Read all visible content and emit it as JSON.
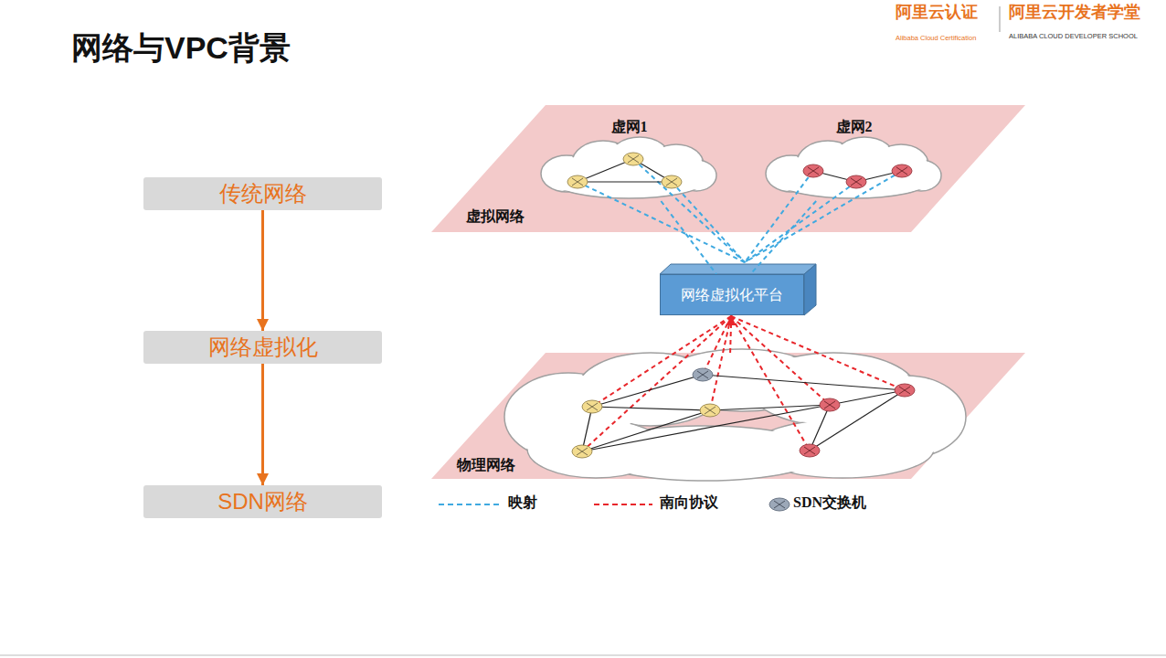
{
  "diagram": {
    "title": "网络与VPC背景",
    "nodes": [
      {
        "text": [
          "传统网络"
        ]
      },
      {
        "text": [
          "网络虚拟化"
        ]
      },
      {
        "text": [
          "SDN网络"
        ]
      },
      {
        "text": [
          "虚拟网络"
        ]
      },
      {
        "text": [
          "虚网1"
        ],
        "in": 3
      },
      {
        "text": [
          "虚网2"
        ],
        "in": 3
      },
      {
        "text": [
          "网络虚拟化平台"
        ]
      },
      {
        "text": [
          "物理网络"
        ]
      }
    ],
    "edges": [
      {
        "from": 0,
        "to": 1,
        "arrow": "to"
      },
      {
        "from": 1,
        "to": 2,
        "arrow": "to"
      },
      {
        "from": 4,
        "to": 6,
        "arrow": "none"
      },
      {
        "from": 5,
        "to": 6,
        "arrow": "none"
      },
      {
        "from": 7,
        "to": 6,
        "arrow": "to"
      }
    ],
    "labels": [
      "阿里云认证",
      "Alibaba Cloud Certification",
      "阿里云开发者学堂",
      "ALIBABA CLOUD DEVELOPER SCHOOL"
    ],
    "legend": [
      {
        "text": "映射"
      },
      {
        "text": "南向协议"
      },
      {
        "text": "SDN交换机"
      }
    ]
  }
}
